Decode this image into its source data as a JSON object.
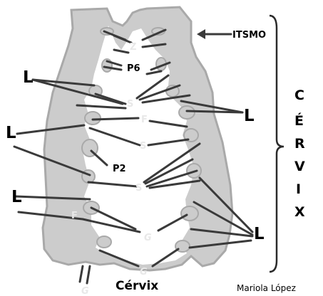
{
  "labels": {
    "itsmo": "ITSMO",
    "cervix_vertical": [
      "C",
      "É",
      "R",
      "V",
      "I",
      "X"
    ],
    "cervix_bottom": "Cérvix",
    "author": "Mariola López",
    "l": "L",
    "z": "Z",
    "p6": "P6",
    "p2": "P2",
    "s": "S",
    "f": "F",
    "g": "G"
  },
  "colors": {
    "tissue": "#cccccc",
    "tissue_edge": "#a9a9a9",
    "lumen": "#ffffff",
    "line": "#3a3a3a",
    "text": "#000000",
    "faint_text": "#e8e8e8"
  }
}
